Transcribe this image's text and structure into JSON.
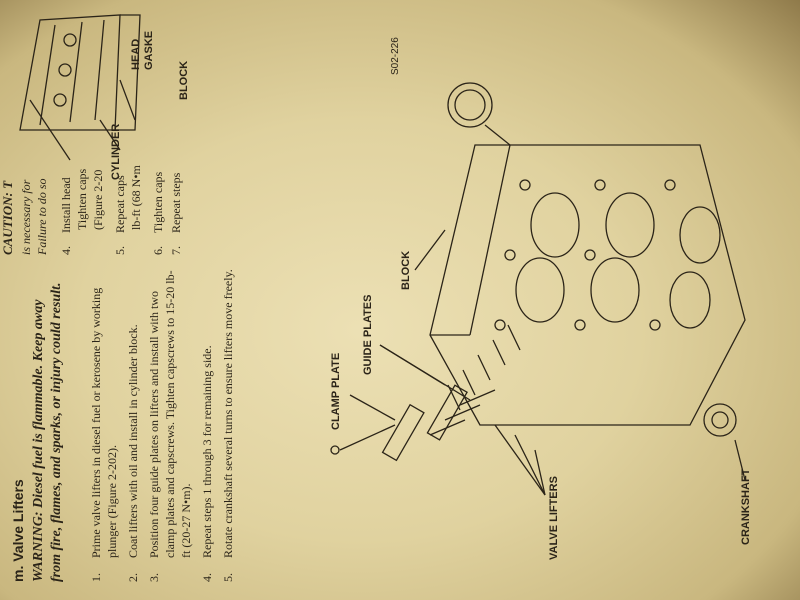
{
  "section": {
    "heading": "m. Valve Lifters",
    "warning": "WARNING: Diesel fuel is flammable. Keep away from fire, flames, and sparks, or injury could result.",
    "steps": [
      {
        "num": "1.",
        "text": "Prime valve lifters in diesel fuel or kerosene by working plunger (Figure 2-202)."
      },
      {
        "num": "2.",
        "text": "Coat lifters with oil and install in cylinder block."
      },
      {
        "num": "3.",
        "text": "Position four guide plates on lifters and install with two clamp plates and capscrews. Tighten capscrews to 15-20 lb-ft (20-27 N•m)."
      },
      {
        "num": "4.",
        "text": "Repeat steps 1 through 3 for remaining side."
      },
      {
        "num": "5.",
        "text": "Rotate crankshaft several turns to ensure lifters move freely."
      }
    ]
  },
  "right_column": {
    "caution": "CAUTION: T",
    "caution_line2": "is necessary for",
    "caution_line3": "Failure to do so",
    "steps": [
      {
        "num": "4.",
        "text": "Install head"
      },
      {
        "num": "",
        "text": "Tighten caps"
      },
      {
        "num": "",
        "text": "(Figure 2-20"
      },
      {
        "num": "5.",
        "text": "Repeat caps"
      },
      {
        "num": "",
        "text": "lb-ft (68 N•m"
      },
      {
        "num": "6.",
        "text": "Tighten caps"
      },
      {
        "num": "7.",
        "text": "Repeat steps"
      }
    ]
  },
  "figure": {
    "id": "S02-226",
    "labels": {
      "clamp_plate": "CLAMP PLATE",
      "guide_plates": "GUIDE PLATES",
      "block": "BLOCK",
      "valve_lifters": "VALVE LIFTERS",
      "crankshaft": "CRANKSHAFT"
    }
  },
  "top_figure": {
    "labels": {
      "cylinder": "CYLINDER",
      "head_line1": "HEAD",
      "head_line2": "GASKE",
      "block": "BLOCK"
    }
  }
}
